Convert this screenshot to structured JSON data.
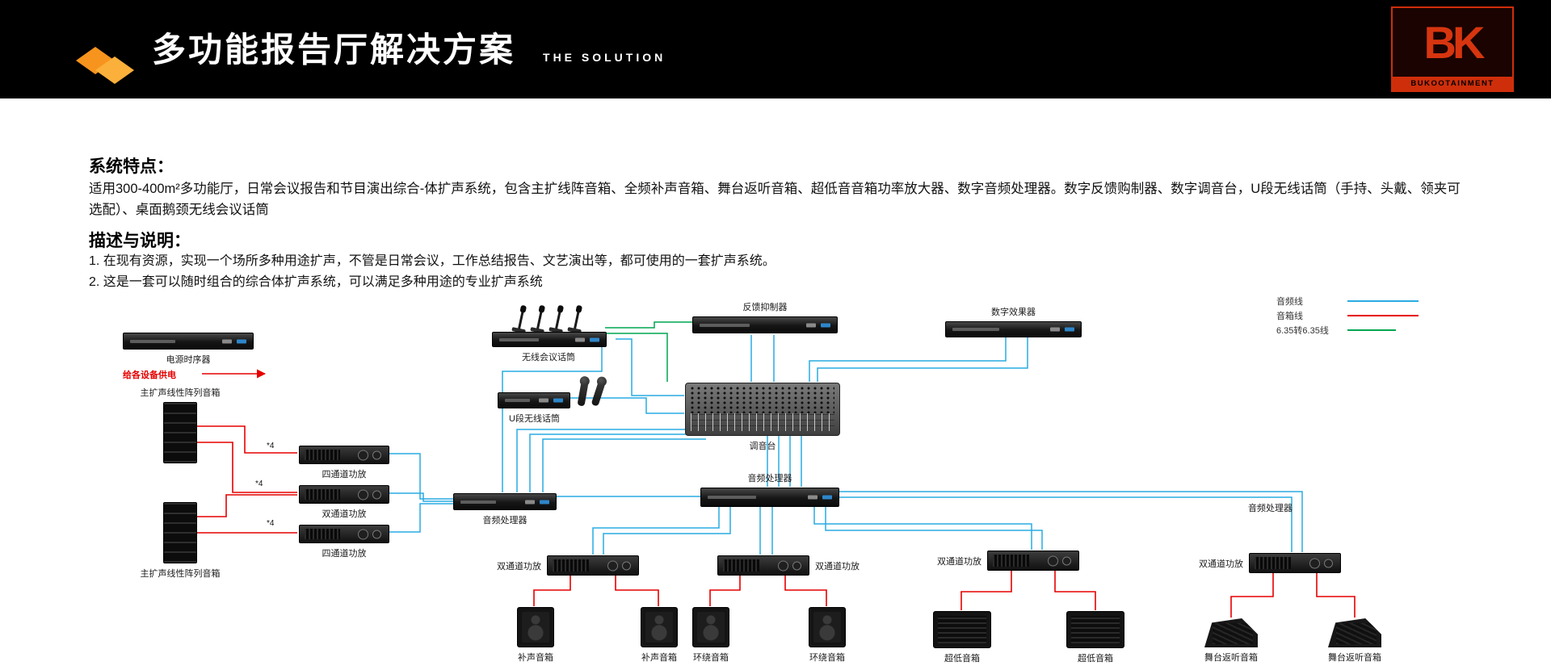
{
  "header": {
    "title": "多功能报告厅解决方案",
    "subtitle": "THE SOLUTION",
    "logo": {
      "monogram": "BK",
      "brand": "BUKOOTAINMENT"
    }
  },
  "sections": {
    "features": {
      "heading": "系统特点：",
      "body": "适用300-400m²多功能厅，日常会议报告和节目演出综合-体扩声系统，包含主扩线阵音箱、全频补声音箱、舞台返听音箱、超低音音箱功率放大器、数字音频处理器。数字反馈购制器、数字调音台，U段无线话筒（手持、头戴、领夹可选配）、桌面鹅颈无线会议话筒"
    },
    "description": {
      "heading": "描述与说明：",
      "items": [
        "1. 在现有资源，实现一个场所多种用途扩声，不管是日常会议，工作总结报告、文艺演出等，都可使用的一套扩声系统。",
        "2. 这是一套可以随时组合的综合体扩声系统，可以满足多种用途的专业扩声系统"
      ]
    }
  },
  "legend": {
    "audio_line": {
      "label": "音频线",
      "color": "#29abe2"
    },
    "speaker_line": {
      "label": "音箱线",
      "color": "#e60000"
    },
    "ts_line": {
      "label": "6.35转6.35线",
      "color": "#00a651"
    }
  },
  "diagram": {
    "power_sequencer": "电源时序器",
    "power_note": "给各设备供电",
    "line_array": "主扩声线性阵列音箱",
    "amp_four": "四通道功放",
    "amp_two": "双通道功放",
    "wireless_conference_mic": "无线会议话筒",
    "uhf_wireless_mic": "U段无线话筒",
    "feedback_suppressor": "反馈抑制器",
    "digital_effects": "数字效果器",
    "mixer": "调音台",
    "audio_processor": "音频处理器",
    "fill_speaker": "补声音箱",
    "surround_speaker": "环绕音箱",
    "subwoofer": "超低音箱",
    "stage_monitor": "舞台返听音箱",
    "times4": "*4"
  }
}
